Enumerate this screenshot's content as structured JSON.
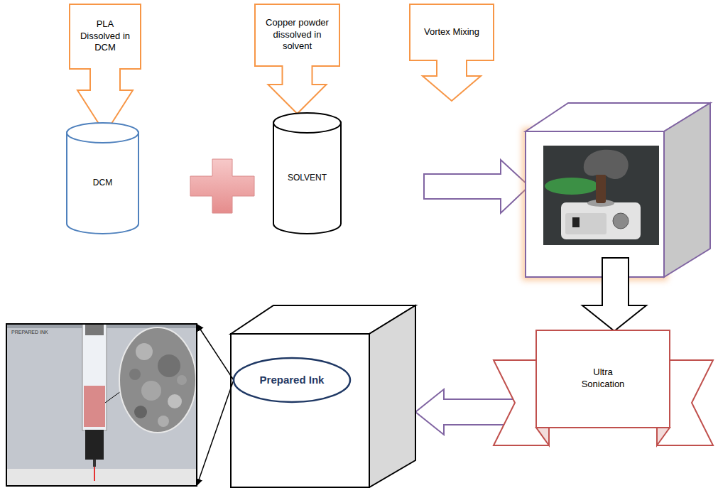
{
  "diagram": {
    "nodes": [
      {
        "text": [
          "PLA Dissolved in DCM"
        ]
      },
      {
        "text": [
          "DCM"
        ]
      },
      {
        "text": [
          "Copper powder dissolved in solvent"
        ]
      },
      {
        "text": [
          "SOLVENT"
        ]
      },
      {
        "text": [
          "Vortex Mixing"
        ]
      },
      {
        "text": [
          "Ultra Sonication"
        ]
      },
      {
        "text": [
          "Prepared Ink"
        ]
      },
      {
        "text": [
          "PREPARED INK"
        ]
      }
    ],
    "edges": [
      {
        "from": 6,
        "to": 7,
        "arrow": "to"
      },
      {
        "from": 6,
        "to": 7,
        "arrow": "to"
      }
    ]
  }
}
